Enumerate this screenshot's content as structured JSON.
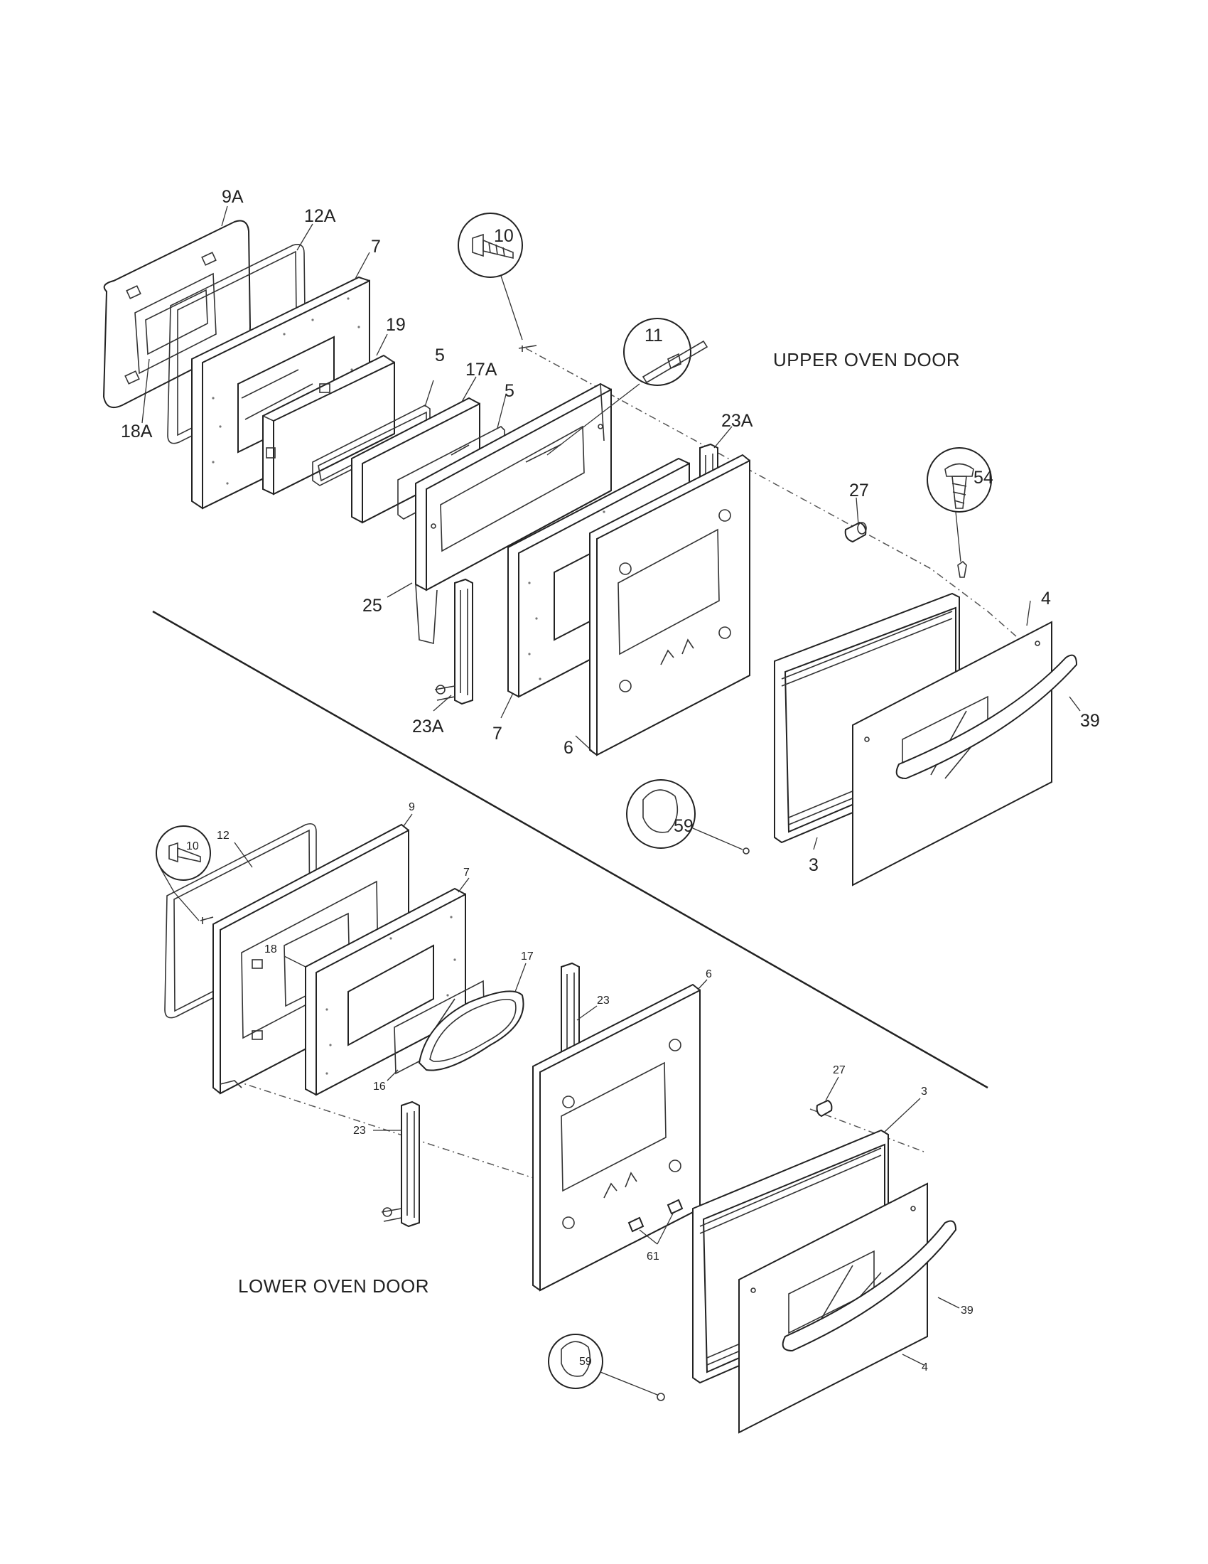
{
  "sections": {
    "upper": "UPPER OVEN DOOR",
    "lower": "LOWER OVEN DOOR"
  },
  "upper_callouts": [
    "9A",
    "12A",
    "7",
    "19",
    "5",
    "17A",
    "5",
    "18A",
    "10",
    "11",
    "23A",
    "27",
    "54",
    "4",
    "39",
    "25",
    "23A",
    "7",
    "6",
    "59",
    "3"
  ],
  "lower_callouts": [
    "12",
    "9",
    "10",
    "7",
    "18",
    "17",
    "6",
    "23",
    "16",
    "23",
    "27",
    "3",
    "39",
    "61",
    "4",
    "59"
  ]
}
